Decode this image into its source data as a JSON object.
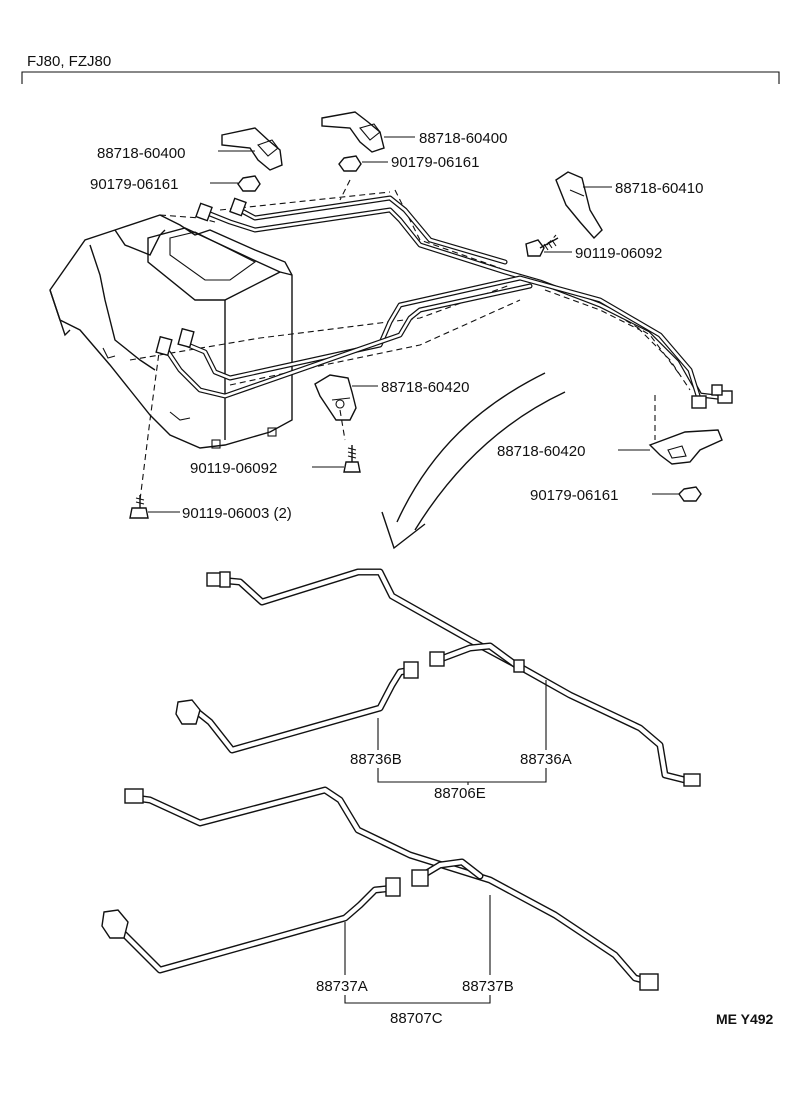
{
  "header": {
    "model": "FJ80, FZJ80"
  },
  "parts": {
    "clamp_a": "88718-60400",
    "nut_a": "90179-06161",
    "clamp_b": "88718-60400",
    "nut_b": "90179-06161",
    "clamp_c": "88718-60410",
    "bolt_a": "90119-06092",
    "clamp_d": "88718-60420",
    "clamp_e": "88718-60420",
    "nut_c": "90179-06161",
    "bolt_b": "90119-06092",
    "bolt_c": "90119-06003 (2)",
    "tube_88736b": "88736B",
    "tube_88736a": "88736A",
    "tube_88706e": "88706E",
    "tube_88737a": "88737A",
    "tube_88737b": "88737B",
    "tube_88707c": "88707C"
  },
  "footer": {
    "code": "ME Y492"
  }
}
